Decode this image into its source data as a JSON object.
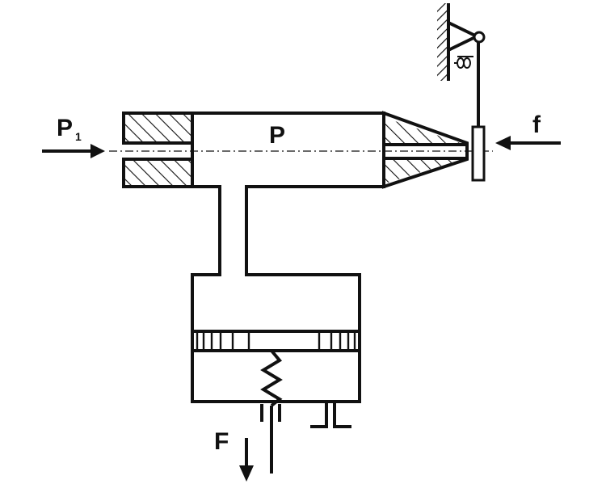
{
  "labels": {
    "p1": "P",
    "p1_sub": "1",
    "p": "P",
    "f_small": "f",
    "f_big": "F"
  },
  "colors": {
    "ink": "#111111",
    "background": "#ffffff"
  }
}
